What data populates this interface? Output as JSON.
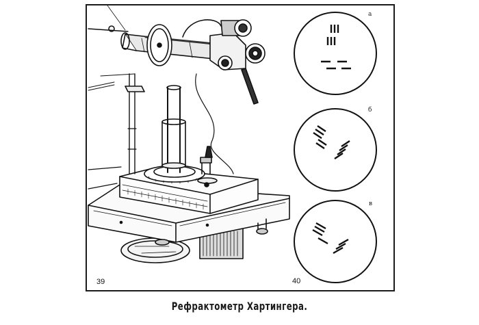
{
  "figure": {
    "fig1_number": "39",
    "fig2_number": "40",
    "view_labels": [
      "а",
      "б",
      "в"
    ]
  },
  "caption": "Рефрактометр Хартингера."
}
